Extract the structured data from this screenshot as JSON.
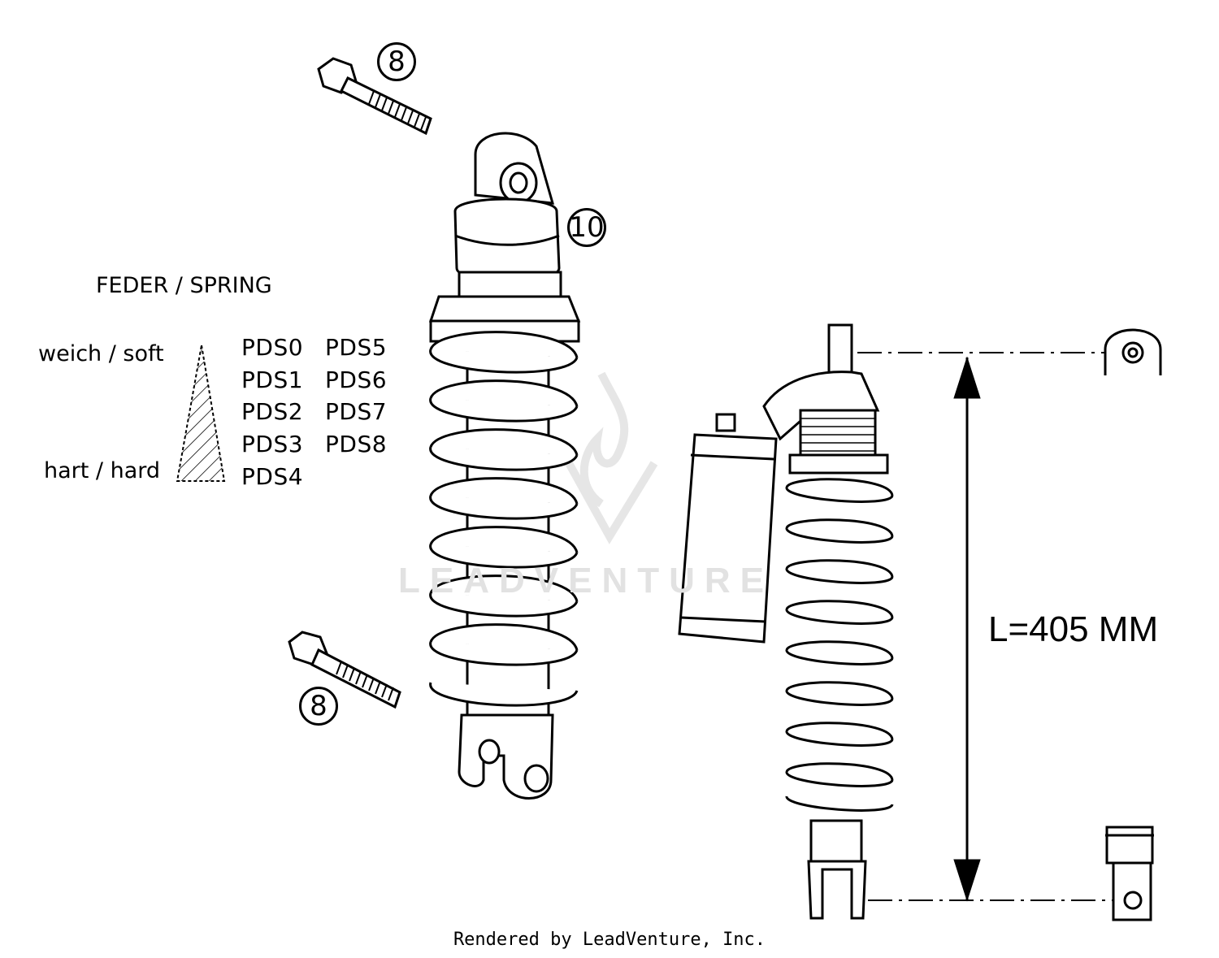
{
  "callouts": {
    "bolt_top": "8",
    "bolt_bottom": "8",
    "shock": "10"
  },
  "legend": {
    "title": "FEDER / SPRING",
    "soft_label": "weich / soft",
    "hard_label": "hart / hard",
    "springs": [
      "PDS0",
      "PDS1",
      "PDS2",
      "PDS3",
      "PDS4",
      "PDS5",
      "PDS6",
      "PDS7",
      "PDS8"
    ]
  },
  "dimension": {
    "length_label": "L=405 MM"
  },
  "watermark": "LEADVENTURE",
  "footer": "Rendered by LeadVenture, Inc."
}
